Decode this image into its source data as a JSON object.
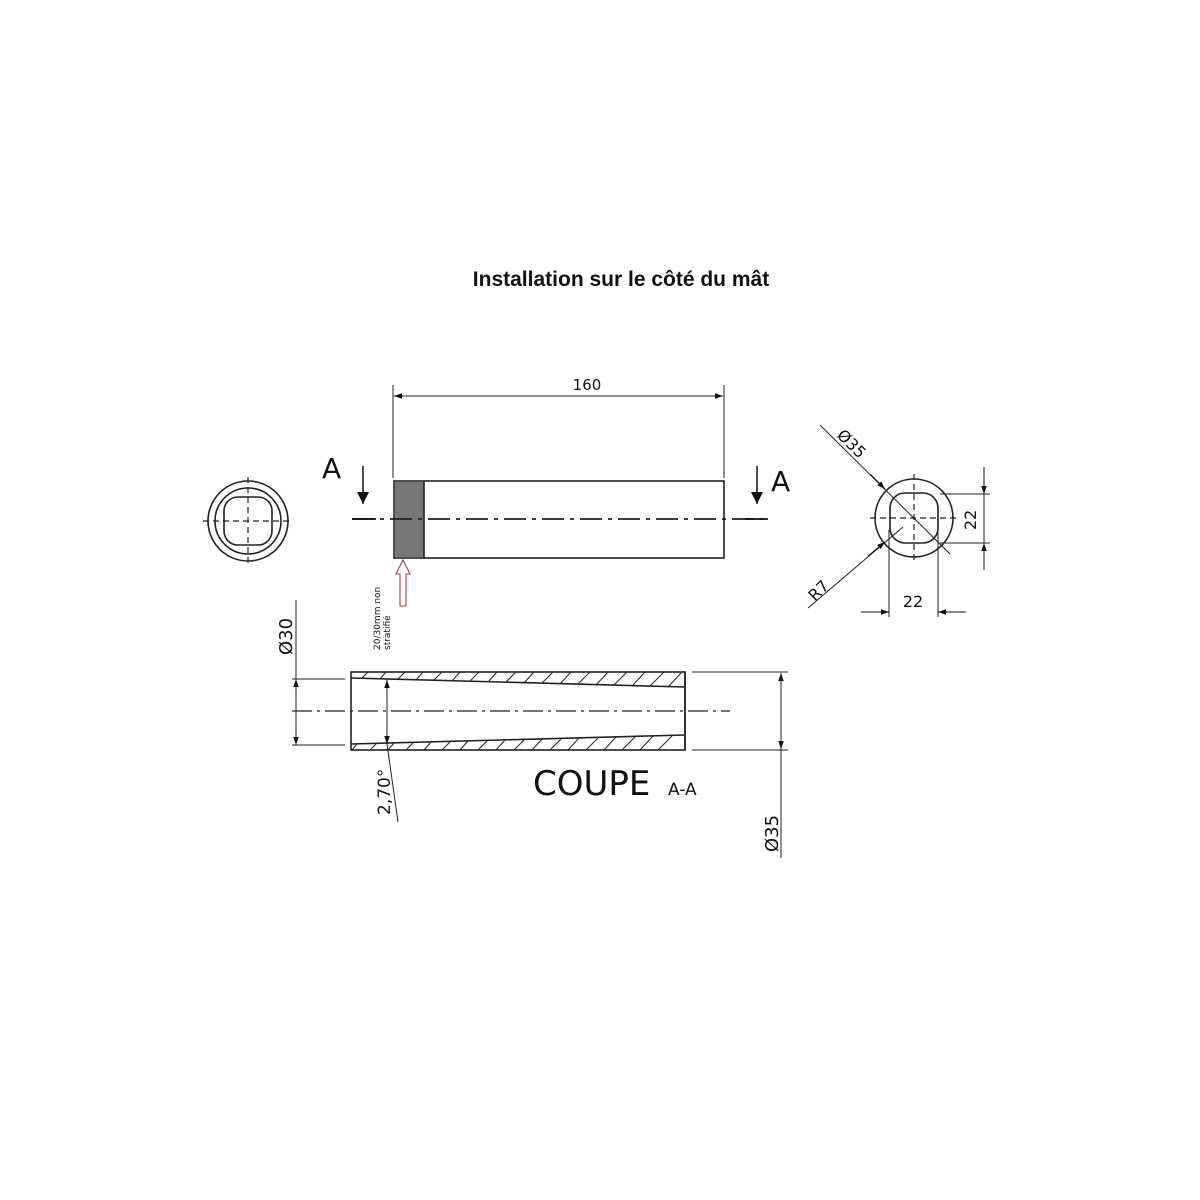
{
  "title": "Installation sur le côté du mât",
  "views": {
    "side_view": {
      "length_dimension": "160",
      "section_marker_left": "A",
      "section_marker_right": "A",
      "annotation_line1": "20/30mm non",
      "annotation_line2": "stratifié",
      "annotation_arrow_color": "#a0404a",
      "shaded_band_color": "#777777"
    },
    "end_view_left": {},
    "end_view_right": {
      "outer_diameter": "Ø35",
      "corner_radius": "R7",
      "inner_height": "22",
      "inner_width": "22"
    },
    "section_view": {
      "label_main": "COUPE",
      "label_sub": "A-A",
      "inner_diameter": "Ø30",
      "outer_diameter": "Ø35",
      "taper_angle": "2,70°"
    }
  }
}
